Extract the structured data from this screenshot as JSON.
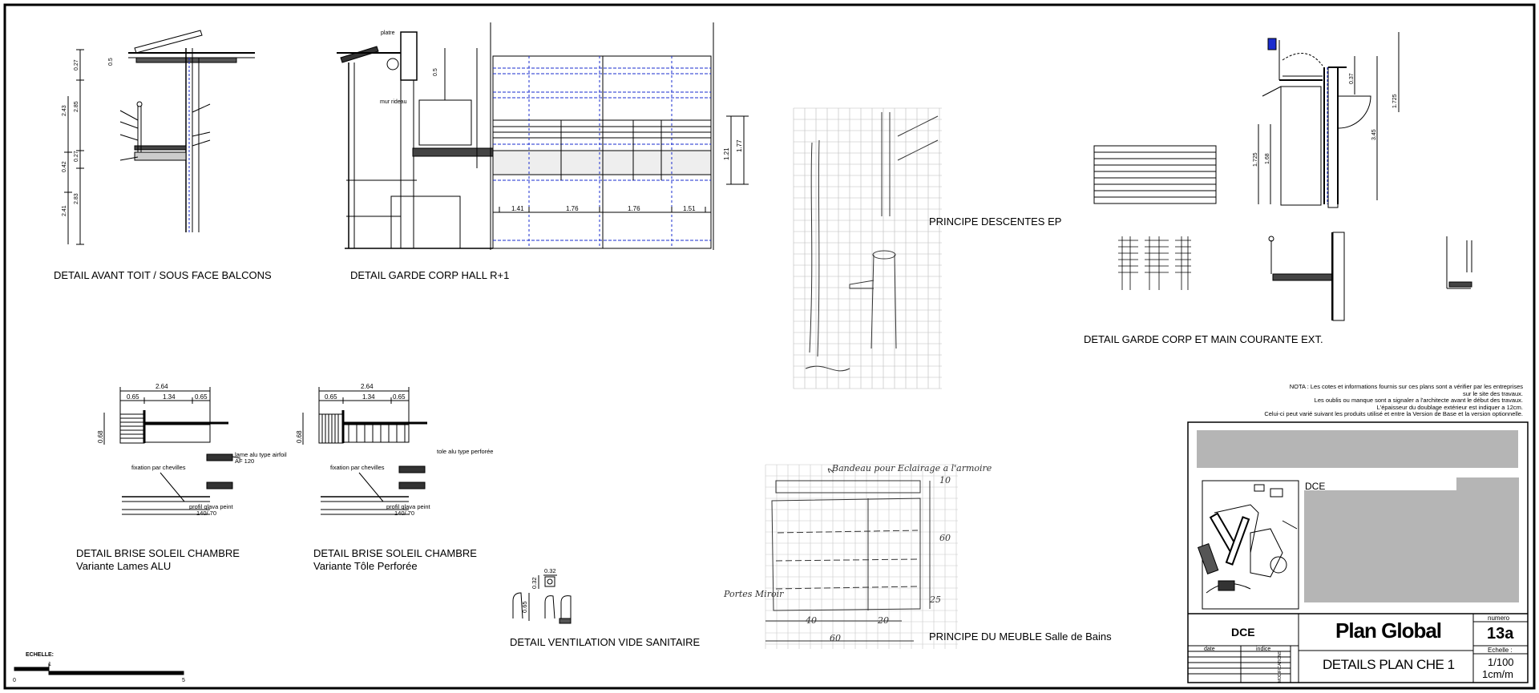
{
  "details": {
    "avant_toit": "DETAIL AVANT TOIT / SOUS FACE BALCONS",
    "garde_corp_hall": "DETAIL GARDE CORP HALL R+1",
    "descentes_ep": "PRINCIPE DESCENTES EP",
    "garde_corp_ext": "DETAIL GARDE CORP ET MAIN COURANTE EXT.",
    "brise_soleil_1_title": "DETAIL BRISE SOLEIL CHAMBRE",
    "brise_soleil_1_variant": "Variante Lames ALU",
    "brise_soleil_2_title": "DETAIL BRISE SOLEIL CHAMBRE",
    "brise_soleil_2_variant": "Variante Tôle Perforée",
    "ventilation": "DETAIL VENTILATION VIDE SANITAIRE",
    "meuble": "PRINCIPE DU MEUBLE Salle de Bains"
  },
  "annotations": {
    "platre": "platre",
    "mur_rideau": "mur rideau",
    "dims_hall": [
      "1.41",
      "1.76",
      "1.76",
      "1.51"
    ],
    "dims_hall_v": [
      "1.21",
      "1.77"
    ],
    "bs_total": "2.64",
    "bs_parts": [
      "0.65",
      "1.34",
      "0.65"
    ],
    "bs_height": "0.68",
    "fixation": "fixation par chevilles",
    "lame_alu": "lame alu type airfoil",
    "af": "AF 120",
    "tole_alu": "tole alu type perforée",
    "profil": "profil glava peint",
    "profil_dim": "140/ 70",
    "vent_dim": "0.32",
    "vent_h": "0.65",
    "sketch_bandeau": "Bandeau pour Eclairage a l'armoire",
    "sketch_portes": "Portes Miroir",
    "sketch_dims": [
      "10",
      "60",
      "25",
      "40",
      "20",
      "60"
    ]
  },
  "nota": [
    "NOTA : Les cotes et informations fournis sur ces plans sont a vérifier par les entreprises",
    "sur le site des travaux.",
    "Les oublis ou manque sont a signaler a l'architecte avant le début des travaux.",
    "L'épaisseur du doublage extérieur est indiquer a 12cm.",
    "Celui-ci peut varié suivant les produits utilisé et entre la Version de Base et la version optionnelle."
  ],
  "scale_bar": {
    "label": "ECHELLE:",
    "tick_0": "0",
    "tick_1": "1",
    "tick_5": "5"
  },
  "title_block": {
    "phase_header": "DCE",
    "phase": "DCE",
    "col_date": "date",
    "col_indice": "indice",
    "modifications": "MODIFICATIONS",
    "project": "Plan Global",
    "sheet_title": "DETAILS PLAN CHE 1",
    "numero_label": "numero",
    "numero": "13a",
    "echelle_label": "Echelle :",
    "echelle": "1/100",
    "echelle_unit": "1cm/m"
  },
  "colors": {
    "ink": "#000000",
    "accent": "#1a2ccf",
    "fill_grey": "#b5b5b5"
  }
}
